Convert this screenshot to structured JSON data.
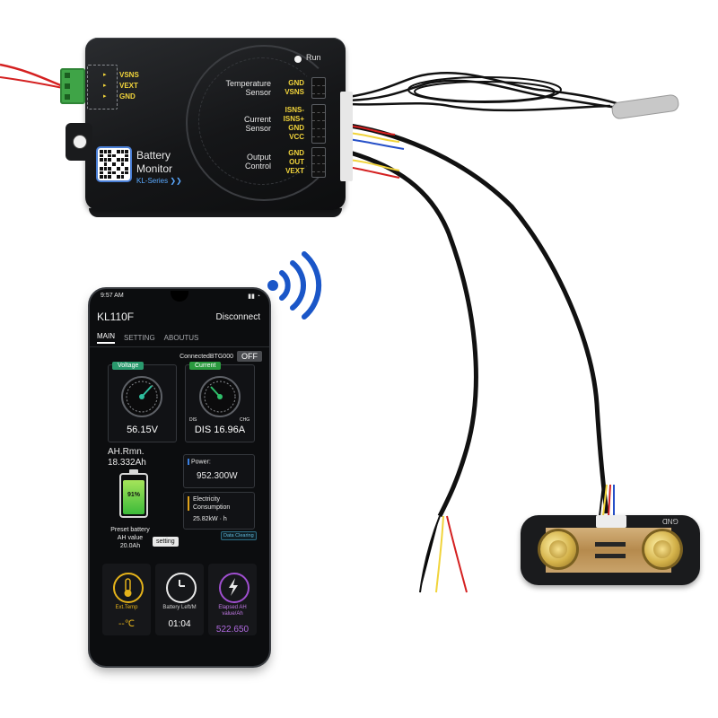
{
  "module": {
    "run_label": "Run",
    "left_pins": [
      "VSNS",
      "VEXT",
      "GND"
    ],
    "title_line1": "Battery",
    "title_line2": "Monitor",
    "series": "KL-Series",
    "groups": [
      {
        "line1": "Temperature",
        "line2": "Sensor",
        "pins": [
          "GND",
          "VSNS"
        ]
      },
      {
        "line1": "Current",
        "line2": "Sensor",
        "pins": [
          "ISNS-",
          "ISNS+",
          "GND",
          "VCC"
        ]
      },
      {
        "line1": "Output",
        "line2": "Control",
        "pins": [
          "GND",
          "OUT",
          "VEXT"
        ]
      }
    ]
  },
  "phone": {
    "status_time": "9:57 AM",
    "app_title": "KL110F",
    "disconnect_label": "Disconnect",
    "tabs": [
      "MAIN",
      "SETTING",
      "ABOUTUS"
    ],
    "connected_text": "ConnectedBTG000",
    "off_label": "OFF",
    "voltage_label": "Voltage",
    "voltage_value": "56.15V",
    "current_label": "Current",
    "dis_label": "DIS",
    "chg_label": "CHG",
    "current_value": "DIS 16.96A",
    "ah_rmn_label": "AH.Rmn.",
    "ah_rmn_value": "18.332Ah",
    "power_label": "Power:",
    "power_value": "952.300W",
    "consumption_label_1": "Electricity",
    "consumption_label_2": "Consumption",
    "consumption_value": "25.82kW · h",
    "battery_percent": "91%",
    "battery_level": 0.91,
    "preset_label_1": "Preset battery",
    "preset_label_2": "AH value",
    "preset_value": "20.0Ah",
    "setting_button": "setting",
    "data_clearing_button": "Data Clearing",
    "ext_temp_label": "Ext.Temp",
    "ext_temp_value": "--℃",
    "battery_left_label": "Battery Left/M",
    "battery_left_value": "01:04",
    "elapsed_label_1": "Elapsed AH",
    "elapsed_label_2": "value/Ah",
    "elapsed_value": "522.650"
  },
  "shunt": {
    "label": "GND"
  },
  "colors": {
    "pin_yellow": "#f1d43b",
    "voltage_badge": "#2a9a6e",
    "current_badge": "#2a9a3e",
    "ext_temp": "#e4b21a",
    "battery_left": "#cfcfcf",
    "elapsed": "#a04fd0",
    "wifi_blue": "#1a56c8"
  }
}
